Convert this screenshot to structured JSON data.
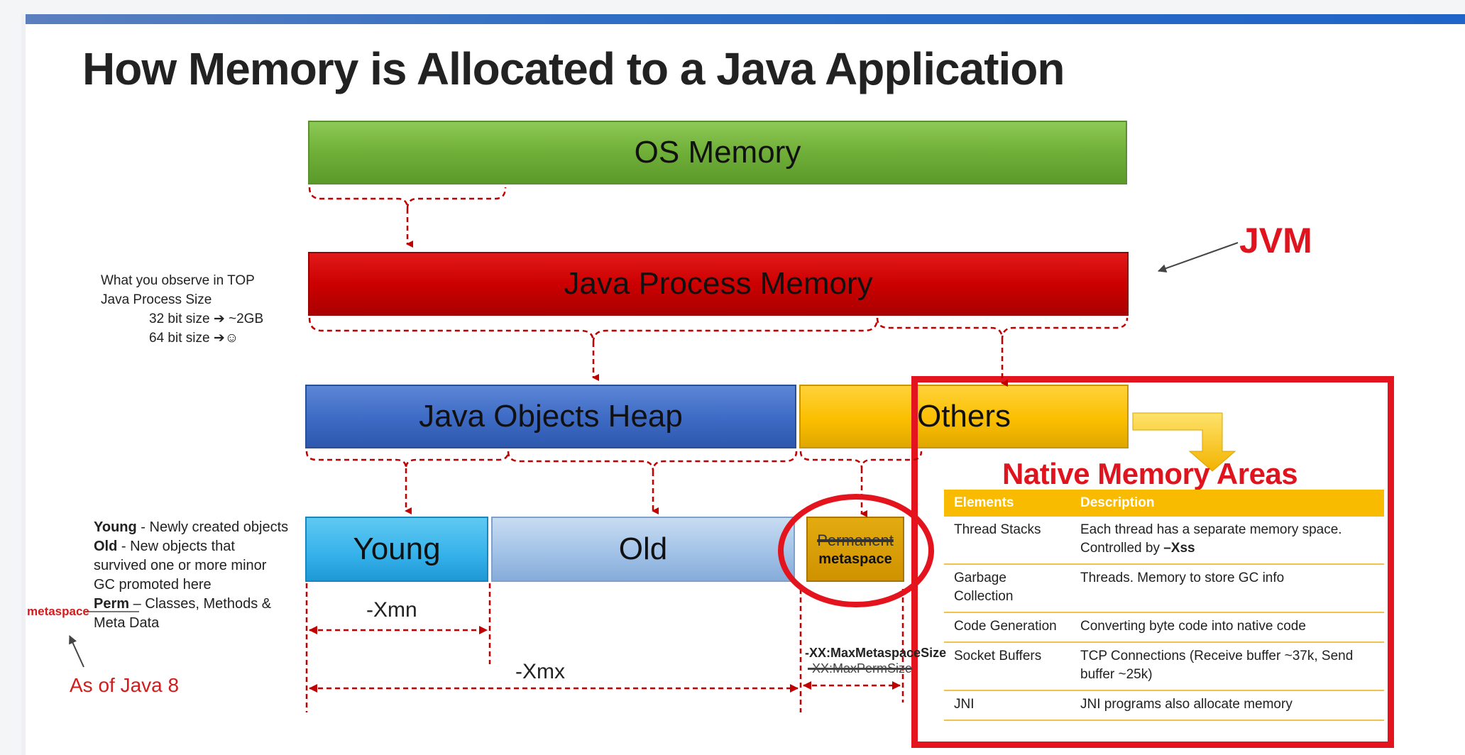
{
  "title": "How Memory is Allocated to a Java Application",
  "boxes": {
    "os_memory": "OS Memory",
    "java_process_memory": "Java Process Memory",
    "java_objects_heap": "Java Objects Heap",
    "others": "Others",
    "young": "Young",
    "old": "Old",
    "permanent": "Permanent",
    "metaspace": "metaspace"
  },
  "labels": {
    "jvm": "JVM",
    "native_memory_areas": "Native Memory Areas",
    "xmn": "-Xmn",
    "xmx": "-Xmx",
    "max_metaspace": "-XX:MaxMetaspaceSize",
    "max_perm": "-XX:MaxPermSize",
    "metaspace_red": "metaspace",
    "as_of_java8": "As of Java 8"
  },
  "left_note": {
    "line1": "What you observe in TOP",
    "line2": "Java Process Size",
    "line3": "32 bit size ➔ ~2GB",
    "line4": "64 bit size ➔☺"
  },
  "gen_note": {
    "young_term": "Young",
    "young_desc": " - Newly created objects",
    "old_term": "Old",
    "old_desc": " - New objects that",
    "old_desc2": "survived one or more minor",
    "old_desc3": "GC  promoted here",
    "perm_term": "Perm",
    "perm_desc": " – Classes, Methods &",
    "perm_desc2": "Meta Data"
  },
  "table": {
    "headers": [
      "Elements",
      "Description"
    ],
    "rows": [
      {
        "element": "Thread Stacks",
        "description": "Each thread has a separate memory space. Controlled by ",
        "bold": "–Xss"
      },
      {
        "element": "Garbage Collection",
        "description": "Threads. Memory to store GC info",
        "bold": ""
      },
      {
        "element": "Code Generation",
        "description": "Converting byte code into native code",
        "bold": ""
      },
      {
        "element": "Socket Buffers",
        "description": "TCP Connections (Receive buffer ~37k, Send buffer ~25k)",
        "bold": ""
      },
      {
        "element": "JNI",
        "description": "JNI programs also allocate memory",
        "bold": ""
      }
    ]
  },
  "colors": {
    "accent_red": "#e0141e",
    "os_green": "#72b13a",
    "process_red": "#c00000",
    "heap_blue": "#3f6cc6",
    "others_yellow": "#fbbf00",
    "young_cyan": "#35b1ea",
    "old_lightblue": "#9fc0e6",
    "perm_gold": "#cf9200",
    "dashed_red": "#c00000"
  }
}
